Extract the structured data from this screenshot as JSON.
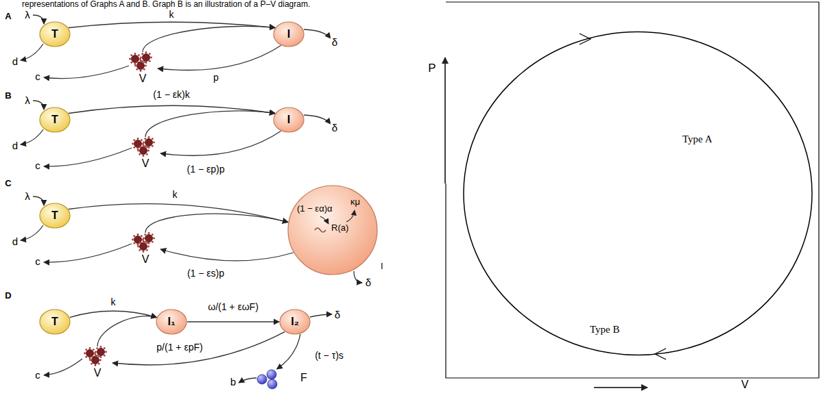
{
  "diagram": {
    "nodes": [
      {
        "text": [
          "T"
        ]
      },
      {
        "text": [
          "I"
        ]
      },
      {
        "text": [
          "V"
        ]
      },
      {
        "text": [
          "T"
        ]
      },
      {
        "text": [
          "I"
        ]
      },
      {
        "text": [
          "V"
        ]
      },
      {
        "text": [
          "T"
        ]
      },
      {
        "text": [
          "(1 − εα)α",
          "κμ",
          "R(a)",
          "I"
        ]
      },
      {
        "text": [
          "V"
        ]
      },
      {
        "text": [
          "T"
        ]
      },
      {
        "text": [
          "I₁"
        ]
      },
      {
        "text": [
          "I₂"
        ]
      },
      {
        "text": [
          "V"
        ]
      },
      {
        "text": [
          "F"
        ]
      },
      {
        "text": [
          "Type A",
          "Type B"
        ]
      }
    ],
    "edges": [
      {
        "from": 0,
        "to": 1,
        "arrow": "to",
        "label": "k"
      },
      {
        "from": 2,
        "to": 1,
        "arrow": "to"
      },
      {
        "from": 1,
        "to": 2,
        "arrow": "to",
        "label": "p"
      },
      {
        "from": 3,
        "to": 4,
        "arrow": "to",
        "label": "(1 − εk)k"
      },
      {
        "from": 5,
        "to": 4,
        "arrow": "to"
      },
      {
        "from": 4,
        "to": 5,
        "arrow": "to",
        "label": "(1 − εp)p"
      },
      {
        "from": 6,
        "to": 7,
        "arrow": "to",
        "label": "k"
      },
      {
        "from": 8,
        "to": 7,
        "arrow": "to"
      },
      {
        "from": 7,
        "to": 8,
        "arrow": "to",
        "label": "(1 − εs)p"
      },
      {
        "from": 9,
        "to": 10,
        "arrow": "to",
        "label": "k"
      },
      {
        "from": 12,
        "to": 10,
        "arrow": "to"
      },
      {
        "from": 10,
        "to": 11,
        "arrow": "to",
        "label": "ω/(1 + εωF)"
      },
      {
        "from": 11,
        "to": 12,
        "arrow": "to",
        "label": "p/(1 + εpF)"
      },
      {
        "from": 11,
        "to": 13,
        "arrow": "to",
        "label": "(t − τ)s"
      }
    ],
    "labels": [
      "representations of Graphs A and B. Graph B is an illustration of a P–V diagram.",
      "A",
      "λ",
      "d",
      "c",
      "δ",
      "B",
      "λ",
      "d",
      "c",
      "δ",
      "C",
      "λ",
      "d",
      "c",
      "δ",
      "D",
      "c",
      "δ",
      "b",
      "P",
      "V"
    ]
  }
}
